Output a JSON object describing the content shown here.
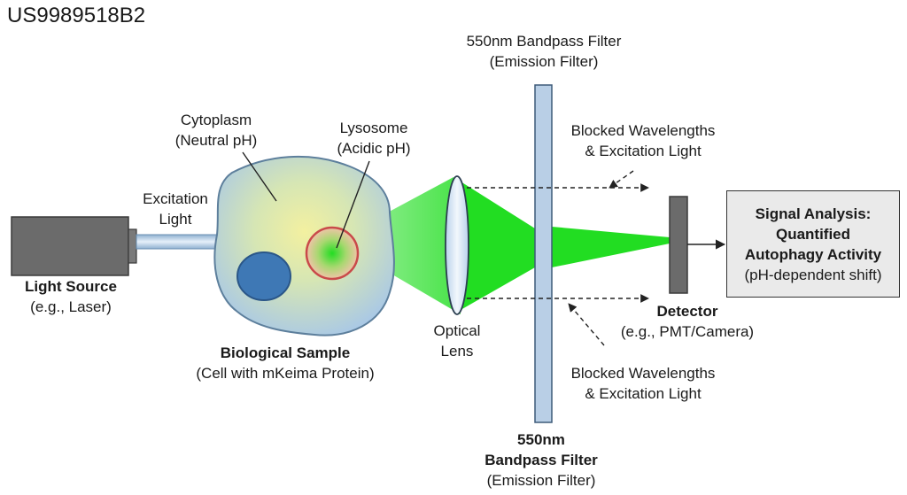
{
  "patent_id": "US9989518B2",
  "light_source": {
    "title": "Light Source",
    "subtitle": "(e.g., Laser)"
  },
  "excitation": {
    "line1": "Excitation",
    "line2": "Light"
  },
  "cytoplasm": {
    "line1": "Cytoplasm",
    "line2": "(Neutral pH)"
  },
  "lysosome": {
    "line1": "Lysosome",
    "line2": "(Acidic pH)"
  },
  "sample": {
    "title": "Biological Sample",
    "subtitle": "(Cell with mKeima Protein)"
  },
  "lens": {
    "line1": "Optical",
    "line2": "Lens"
  },
  "filter_top": {
    "line1": "550nm Bandpass Filter",
    "line2": "(Emission Filter)"
  },
  "filter_bottom": {
    "line1": "550nm",
    "line2": "Bandpass Filter",
    "line3": "(Emission Filter)"
  },
  "blocked_top": {
    "line1": "Blocked Wavelengths",
    "line2": "& Excitation Light"
  },
  "blocked_bottom": {
    "line1": "Blocked Wavelengths",
    "line2": "& Excitation Light"
  },
  "detector": {
    "title": "Detector",
    "subtitle": "(e.g., PMT/Camera)"
  },
  "analysis": {
    "line1": "Signal Analysis:",
    "line2": "Quantified",
    "line3": "Autophagy Activity",
    "line4": "(pH-dependent shift)"
  },
  "colors": {
    "emission_green": "#22dd22",
    "filter_blue": "#b9cfe6",
    "nucleus_blue": "#3e78b5",
    "lysosome_red": "#d95c5c",
    "device_gray": "#6b6b6b"
  }
}
